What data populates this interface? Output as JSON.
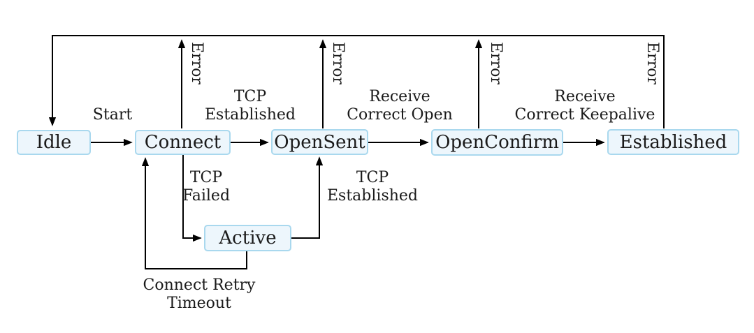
{
  "colors": {
    "state_fill": "#edf6fc",
    "state_border": "#a9d8ee",
    "line": "#000000",
    "text": "#1a1a1a"
  },
  "states": {
    "idle": {
      "label": "Idle"
    },
    "connect": {
      "label": "Connect"
    },
    "opensent": {
      "label": "OpenSent"
    },
    "openconfirm": {
      "label": "OpenConfirm"
    },
    "established": {
      "label": "Established"
    },
    "active": {
      "label": "Active"
    }
  },
  "transitions": {
    "start": {
      "label": "Start"
    },
    "tcp_established_upper": {
      "label": "TCP\nEstablished"
    },
    "receive_correct_open": {
      "label": "Receive\nCorrect Open"
    },
    "receive_correct_keepalive": {
      "label": "Receive\nCorrect Keepalive"
    },
    "tcp_failed": {
      "label": "TCP\nFailed"
    },
    "tcp_established_lower": {
      "label": "TCP\nEstablished"
    },
    "connect_retry_timeout": {
      "label": "Connect Retry\nTimeout"
    },
    "error": {
      "label": "Error"
    }
  }
}
